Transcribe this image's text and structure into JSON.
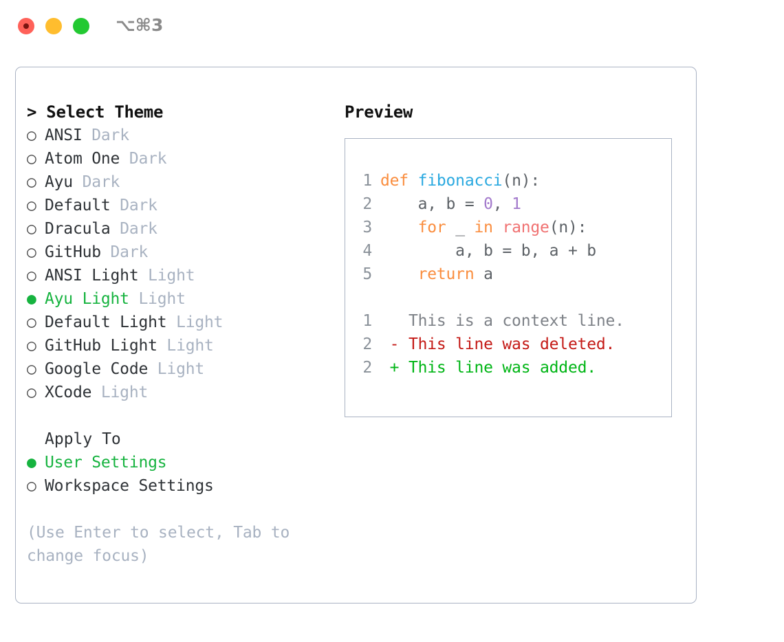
{
  "window": {
    "shortcut": "⌥⌘3",
    "traffic_lights": [
      "close",
      "minimize",
      "maximize"
    ],
    "colors": {
      "close": "#ff6159",
      "minimize": "#ffbd2e",
      "maximize": "#23c932",
      "selection_green": "#16b33f",
      "muted": "#a8b2c1",
      "border": "#a9b2c3"
    }
  },
  "theme_picker": {
    "header": "> Select Theme",
    "marker_unselected": "○",
    "marker_selected": "●",
    "items": [
      {
        "name": "ANSI",
        "variant": "Dark",
        "selected": false
      },
      {
        "name": "Atom One",
        "variant": "Dark",
        "selected": false
      },
      {
        "name": "Ayu",
        "variant": "Dark",
        "selected": false
      },
      {
        "name": "Default",
        "variant": "Dark",
        "selected": false
      },
      {
        "name": "Dracula",
        "variant": "Dark",
        "selected": false
      },
      {
        "name": "GitHub",
        "variant": "Dark",
        "selected": false
      },
      {
        "name": "ANSI Light",
        "variant": "Light",
        "selected": false
      },
      {
        "name": "Ayu Light",
        "variant": "Light",
        "selected": true
      },
      {
        "name": "Default Light",
        "variant": "Light",
        "selected": false
      },
      {
        "name": "GitHub Light",
        "variant": "Light",
        "selected": false
      },
      {
        "name": "Google Code",
        "variant": "Light",
        "selected": false
      },
      {
        "name": "XCode",
        "variant": "Light",
        "selected": false
      }
    ]
  },
  "apply_to": {
    "title": "Apply To",
    "items": [
      {
        "name": "User Settings",
        "selected": true
      },
      {
        "name": "Workspace Settings",
        "selected": false
      }
    ]
  },
  "hint": "(Use Enter to select, Tab to change focus)",
  "preview": {
    "title": "Preview",
    "code_lines": [
      {
        "n": "1",
        "tokens": [
          {
            "t": "def ",
            "c": "kw"
          },
          {
            "t": "fibonacci",
            "c": "fn"
          },
          {
            "t": "(n):",
            "c": "punct"
          }
        ]
      },
      {
        "n": "2",
        "tokens": [
          {
            "t": "    a, b = ",
            "c": "pl"
          },
          {
            "t": "0",
            "c": "num"
          },
          {
            "t": ", ",
            "c": "pl"
          },
          {
            "t": "1",
            "c": "num"
          }
        ]
      },
      {
        "n": "3",
        "tokens": [
          {
            "t": "    ",
            "c": "pl"
          },
          {
            "t": "for",
            "c": "kw"
          },
          {
            "t": " _ ",
            "c": "pl"
          },
          {
            "t": "in",
            "c": "kw"
          },
          {
            "t": " ",
            "c": "pl"
          },
          {
            "t": "range",
            "c": "bi"
          },
          {
            "t": "(n):",
            "c": "punct"
          }
        ]
      },
      {
        "n": "4",
        "tokens": [
          {
            "t": "        a, b = b, a + b",
            "c": "pl"
          }
        ]
      },
      {
        "n": "5",
        "tokens": [
          {
            "t": "    ",
            "c": "pl"
          },
          {
            "t": "return",
            "c": "kw"
          },
          {
            "t": " a",
            "c": "pl"
          }
        ]
      }
    ],
    "diff_lines": [
      {
        "n": "1",
        "sign": " ",
        "text": " This is a context line.",
        "kind": "d-ctx"
      },
      {
        "n": "2",
        "sign": "-",
        "text": " This line was deleted.",
        "kind": "d-del"
      },
      {
        "n": "2",
        "sign": "+",
        "text": " This line was added.",
        "kind": "d-add"
      }
    ],
    "syntax_colors": {
      "keyword": "#fa8d3e",
      "function": "#2aa9e0",
      "number": "#a37acc",
      "builtin": "#f07171",
      "plain": "#5c6166",
      "line_number": "#8a9199",
      "diff_context": "#7d8187",
      "diff_deleted": "#c41a16",
      "diff_added": "#00b515"
    }
  }
}
